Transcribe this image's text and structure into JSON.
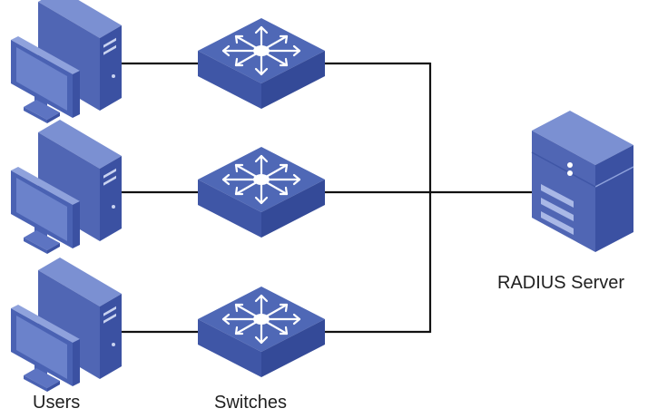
{
  "labels": {
    "users": "Users",
    "switches": "Switches",
    "server": "RADIUS Server"
  },
  "colors": {
    "device_front": "#4f68b6",
    "device_side": "#3b51a2",
    "device_top": "#7187ce",
    "screen": "#6b82cb",
    "link": "#111111",
    "arrow": "#ffffff"
  },
  "icons": {
    "user": "desktop-computer-icon",
    "switch": "layer3-switch-icon",
    "server": "radius-server-icon"
  }
}
